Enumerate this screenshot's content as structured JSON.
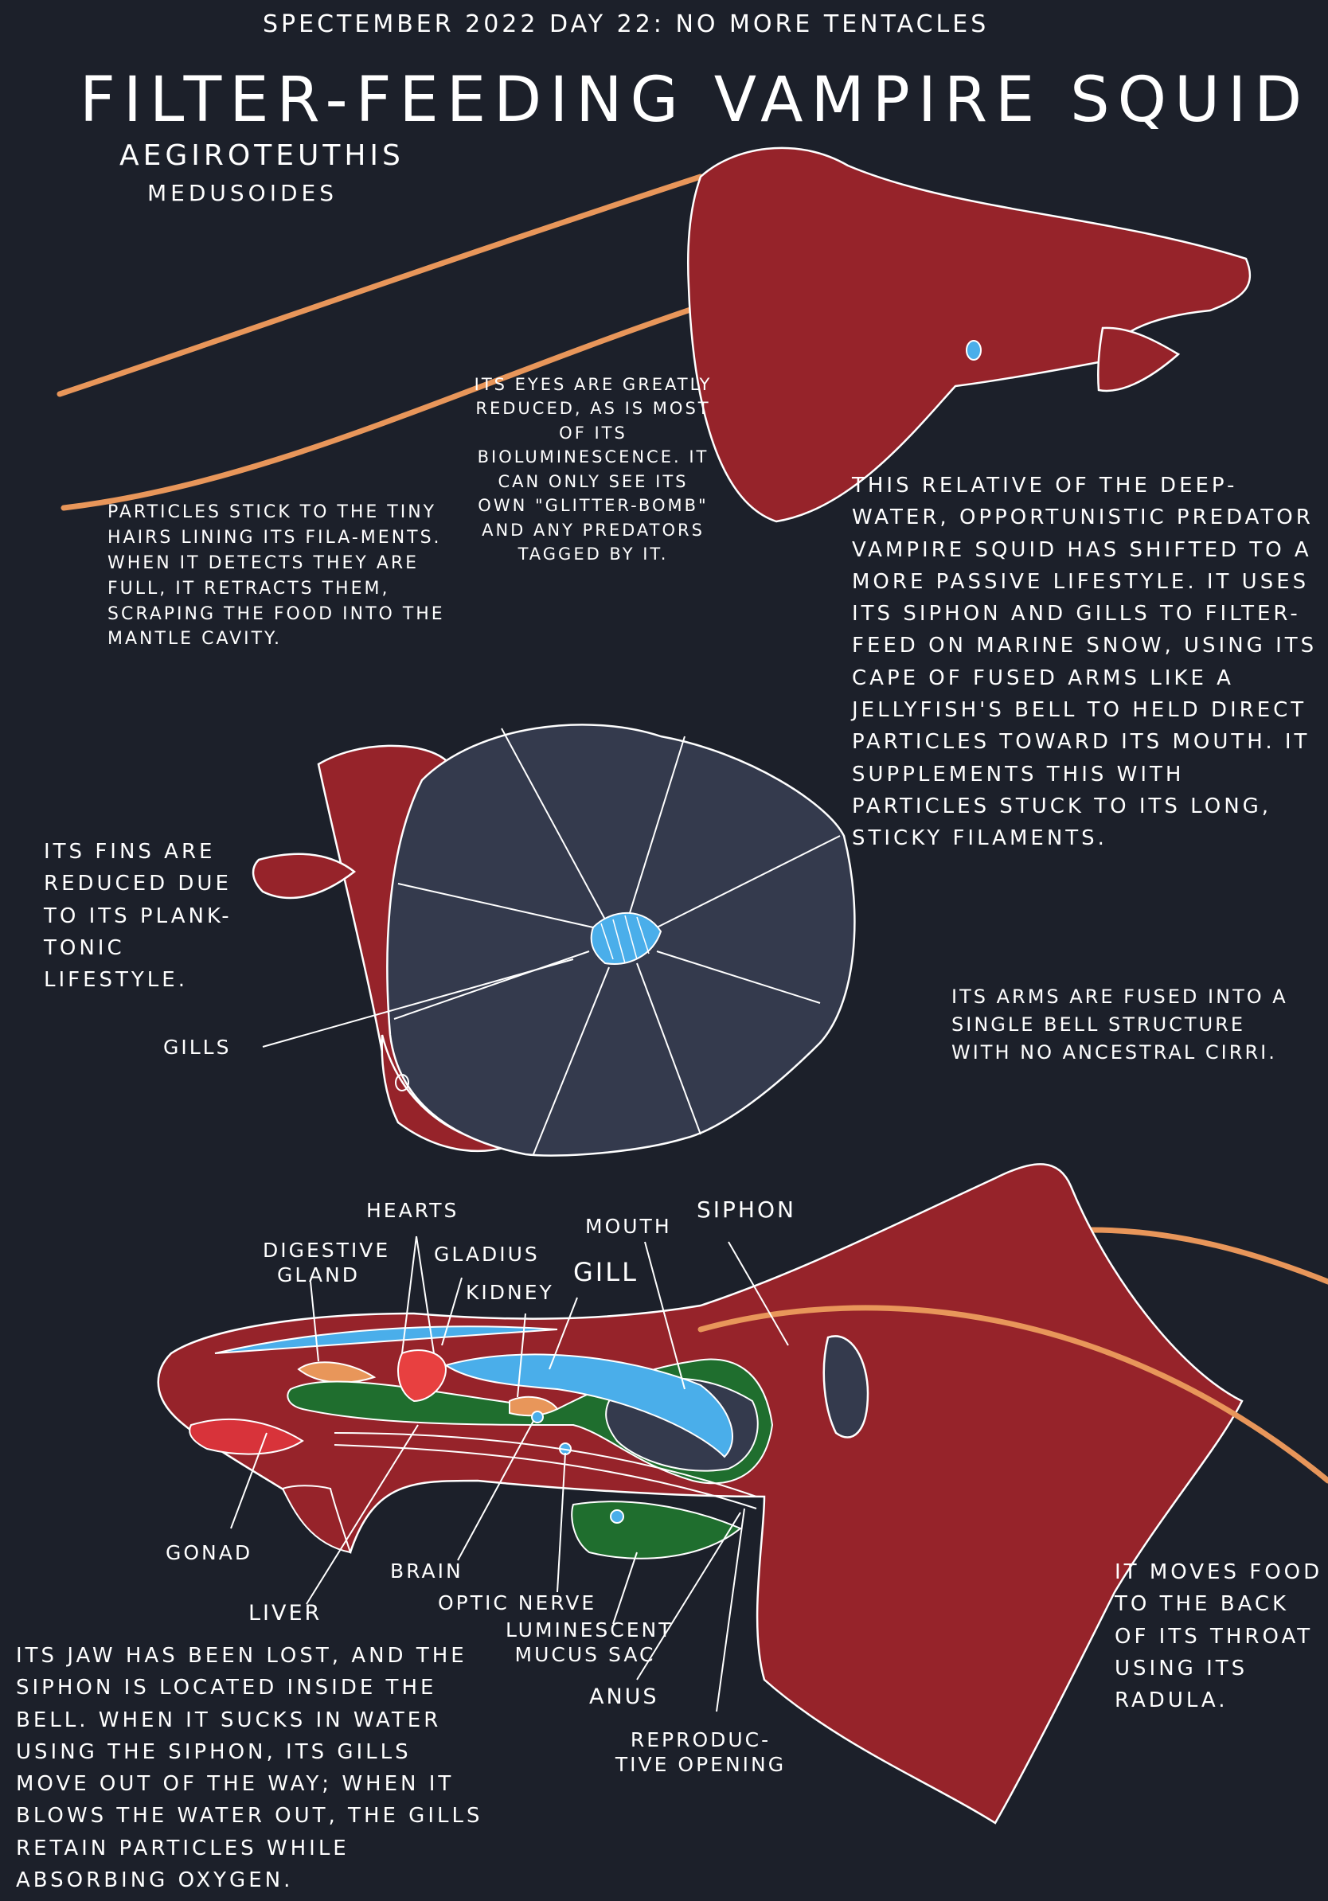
{
  "header": "Spectember 2022   Day 22: No More Tentacles",
  "title": "Filter-feeding Vampire Squid",
  "scientific_name": {
    "genus": "Aegiroteuthis",
    "species": "Medusoides"
  },
  "notes": {
    "eyes": "Its eyes are greatly reduced, as is most of its bioluminescence. It can only see its own \"glitter-bomb\" and any predators tagged by it.",
    "particles": "Particles stick to the tiny hairs lining its fila-ments. When it detects they are full, it retracts them, scraping the food into the mantle cavity.",
    "relative": "This relative of the deep-water, opportunistic predator Vampire squid has shifted to a more passive lifestyle. It uses its siphon and gills to filter-feed on marine snow, using its cape of fused arms like a jellyfish's bell to held direct particles toward its mouth. It supplements this with particles stuck to its long, sticky filaments.",
    "fins": "Its fins are reduced due to its plank-tonic lifestyle.",
    "arms": "Its arms are fused into a single bell structure with no ancestral cirri.",
    "jaw": "Its jaw has been lost, and the siphon is located inside the bell. When it sucks in water using the siphon, its gills move out of the way; when it blows the water out, the gills retain particles while absorbing oxygen.",
    "food": "It moves food to the back of its throat using its radula."
  },
  "labels": {
    "gills": "Gills",
    "hearts": "Hearts",
    "digestive_gland": "Digestive gland",
    "gladius": "Gladius",
    "kidney": "Kidney",
    "mouth": "Mouth",
    "gill": "Gill",
    "siphon": "Siphon",
    "gonad": "Gonad",
    "liver": "Liver",
    "brain": "Brain",
    "optic_nerve": "Optic nerve",
    "luminescent_mucus_sac": "Luminescent mucus sac",
    "anus": "Anus",
    "reproductive_opening": "Reproduc-tive opening"
  },
  "colors": {
    "background": "#1c202a",
    "body": "#96232a",
    "bell": "#343a4d",
    "filament": "#e8965a",
    "gill": "#4aaeea",
    "organ_green": "#1f6e2e",
    "gonad": "#d8333a",
    "heart": "#e84040",
    "outline": "#ffffff"
  }
}
